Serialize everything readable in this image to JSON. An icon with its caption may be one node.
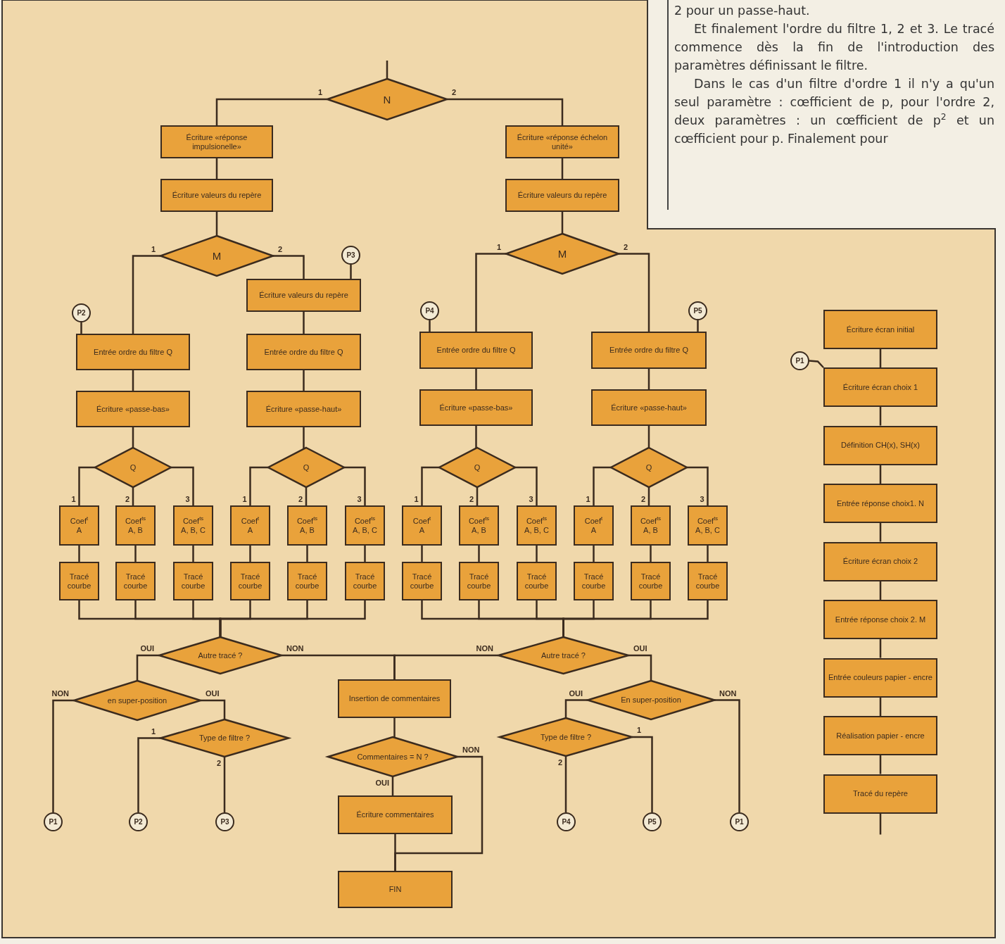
{
  "diagram": {
    "nodes": [
      {
        "text": [
          "N"
        ]
      },
      {
        "text": [
          "Écriture «réponse impulsionelle»"
        ]
      },
      {
        "text": [
          "Écriture valeurs du repère"
        ]
      },
      {
        "text": [
          "M"
        ]
      },
      {
        "text": [
          "Écriture «réponse échelon unité»"
        ]
      },
      {
        "text": [
          "Écriture valeurs du repère"
        ]
      },
      {
        "text": [
          "M"
        ]
      },
      {
        "text": [
          "P3"
        ]
      },
      {
        "text": [
          "Écriture valeurs du repère"
        ]
      },
      {
        "text": [
          "P2"
        ]
      },
      {
        "text": [
          "Entrée ordre du filtre Q"
        ]
      },
      {
        "text": [
          "Entrée ordre du filtre Q"
        ]
      },
      {
        "text": [
          "P4"
        ]
      },
      {
        "text": [
          "P5"
        ]
      },
      {
        "text": [
          "Entrée ordre du filtre Q"
        ]
      },
      {
        "text": [
          "Entrée ordre du filtre Q"
        ]
      },
      {
        "text": [
          "Écriture «passe-bas»"
        ]
      },
      {
        "text": [
          "Écriture «passe-haut»"
        ]
      },
      {
        "text": [
          "Écriture «passe-bas»"
        ]
      },
      {
        "text": [
          "Écriture «passe-haut»"
        ]
      },
      {
        "text": [
          "Q"
        ]
      },
      {
        "text": [
          "Q"
        ]
      },
      {
        "text": [
          "Q"
        ]
      },
      {
        "text": [
          "Q"
        ]
      },
      {
        "text": [
          "Coef$^{t}$ A"
        ]
      },
      {
        "text": [
          "Coef$^{ts}$ A, B"
        ]
      },
      {
        "text": [
          "Coef$^{ts}$ A, B, C"
        ]
      },
      {
        "text": [
          "Coef$^{t}$ A"
        ]
      },
      {
        "text": [
          "Coef$^{ts}$ A, B"
        ]
      },
      {
        "text": [
          "Coef$^{ts}$ A, B, C"
        ]
      },
      {
        "text": [
          "Coef$^{t}$ A"
        ]
      },
      {
        "text": [
          "Coef$^{ts}$ A, B"
        ]
      },
      {
        "text": [
          "Coef$^{ts}$ A, B, C"
        ]
      },
      {
        "text": [
          "Coef$^{t}$ A"
        ]
      },
      {
        "text": [
          "Coef$^{ts}$ A, B"
        ]
      },
      {
        "text": [
          "Coef$^{ts}$ A, B, C"
        ]
      },
      {
        "text": [
          "Tracé courbe"
        ]
      },
      {
        "text": [
          "Tracé courbe"
        ]
      },
      {
        "text": [
          "Tracé courbe"
        ]
      },
      {
        "text": [
          "Tracé courbe"
        ]
      },
      {
        "text": [
          "Tracé courbe"
        ]
      },
      {
        "text": [
          "Tracé courbe"
        ]
      },
      {
        "text": [
          "Tracé courbe"
        ]
      },
      {
        "text": [
          "Tracé courbe"
        ]
      },
      {
        "text": [
          "Tracé courbe"
        ]
      },
      {
        "text": [
          "Tracé courbe"
        ]
      },
      {
        "text": [
          "Tracé courbe"
        ]
      },
      {
        "text": [
          "Tracé courbe"
        ]
      },
      {
        "text": [
          "Autre tracé ?"
        ]
      },
      {
        "text": [
          "Autre tracé ?"
        ]
      },
      {
        "text": [
          "en super-position"
        ]
      },
      {
        "text": [
          "Insertion de commentaires"
        ]
      },
      {
        "text": [
          "En super-position"
        ]
      },
      {
        "text": [
          "Type de filtre ?"
        ]
      },
      {
        "text": [
          "Commentaires = N ?"
        ]
      },
      {
        "text": [
          "Type de filtre ?"
        ]
      },
      {
        "text": [
          "Écriture commentaires"
        ]
      },
      {
        "text": [
          "FIN"
        ]
      },
      {
        "text": [
          "P1"
        ]
      },
      {
        "text": [
          "P2"
        ]
      },
      {
        "text": [
          "P3"
        ]
      },
      {
        "text": [
          "P4"
        ]
      },
      {
        "text": [
          "P5"
        ]
      },
      {
        "text": [
          "P1"
        ]
      },
      {
        "text": [
          "Écriture écran initial"
        ]
      },
      {
        "text": [
          "P1"
        ]
      },
      {
        "text": [
          "Écriture écran choix 1"
        ]
      },
      {
        "text": [
          "Définition CH(x), SH(x)"
        ]
      },
      {
        "text": [
          "Entrée réponse choix1. N"
        ]
      },
      {
        "text": [
          "Écriture écran choix 2"
        ]
      },
      {
        "text": [
          "Entrée réponse choix 2. M"
        ]
      },
      {
        "text": [
          "Entrée couleurs papier - encre"
        ]
      },
      {
        "text": [
          "Réalisation papier - encre"
        ]
      },
      {
        "text": [
          "Tracé du repère"
        ]
      }
    ],
    "edges": [
      {
        "from": null,
        "to": 0,
        "arrow": "none"
      },
      {
        "from": 0,
        "to": 1,
        "arrow": "none",
        "label": "1"
      },
      {
        "from": 0,
        "to": 4,
        "arrow": "none",
        "label": "2"
      },
      {
        "from": 1,
        "to": 2,
        "arrow": "none"
      },
      {
        "from": 2,
        "to": 3,
        "arrow": "none"
      },
      {
        "from": 4,
        "to": 5,
        "arrow": "none"
      },
      {
        "from": 5,
        "to": 6,
        "arrow": "none"
      },
      {
        "from": 3,
        "to": 10,
        "arrow": "none",
        "label": "1"
      },
      {
        "from": 3,
        "to": 8,
        "arrow": "none",
        "label": "2"
      },
      {
        "from": 6,
        "to": 14,
        "arrow": "none",
        "label": "1"
      },
      {
        "from": 6,
        "to": 15,
        "arrow": "none",
        "label": "2"
      },
      {
        "from": 7,
        "to": 8,
        "arrow": "none"
      },
      {
        "from": 9,
        "to": 10,
        "arrow": "none"
      },
      {
        "from": 12,
        "to": 14,
        "arrow": "none"
      },
      {
        "from": 13,
        "to": 15,
        "arrow": "none"
      },
      {
        "from": 8,
        "to": 11,
        "arrow": "none"
      },
      {
        "from": 10,
        "to": 16,
        "arrow": "none"
      },
      {
        "from": 11,
        "to": 17,
        "arrow": "none"
      },
      {
        "from": 14,
        "to": 18,
        "arrow": "none"
      },
      {
        "from": 15,
        "to": 19,
        "arrow": "none"
      },
      {
        "from": 16,
        "to": 20,
        "arrow": "none"
      },
      {
        "from": 17,
        "to": 21,
        "arrow": "none"
      },
      {
        "from": 18,
        "to": 22,
        "arrow": "none"
      },
      {
        "from": 19,
        "to": 23,
        "arrow": "none"
      },
      {
        "from": 20,
        "to": 24,
        "arrow": "none",
        "label": "1"
      },
      {
        "from": 20,
        "to": 25,
        "arrow": "none",
        "label": "2"
      },
      {
        "from": 20,
        "to": 26,
        "arrow": "none",
        "label": "3"
      },
      {
        "from": 21,
        "to": 27,
        "arrow": "none",
        "label": "1"
      },
      {
        "from": 21,
        "to": 28,
        "arrow": "none",
        "label": "2"
      },
      {
        "from": 21,
        "to": 29,
        "arrow": "none",
        "label": "3"
      },
      {
        "from": 22,
        "to": 30,
        "arrow": "none",
        "label": "1"
      },
      {
        "from": 22,
        "to": 31,
        "arrow": "none",
        "label": "2"
      },
      {
        "from": 22,
        "to": 32,
        "arrow": "none",
        "label": "3"
      },
      {
        "from": 23,
        "to": 33,
        "arrow": "none",
        "label": "1"
      },
      {
        "from": 23,
        "to": 34,
        "arrow": "none",
        "label": "2"
      },
      {
        "from": 23,
        "to": 35,
        "arrow": "none",
        "label": "3"
      },
      {
        "from": 24,
        "to": 36,
        "arrow": "none"
      },
      {
        "from": 25,
        "to": 37,
        "arrow": "none"
      },
      {
        "from": 26,
        "to": 38,
        "arrow": "none"
      },
      {
        "from": 27,
        "to": 39,
        "arrow": "none"
      },
      {
        "from": 28,
        "to": 40,
        "arrow": "none"
      },
      {
        "from": 29,
        "to": 41,
        "arrow": "none"
      },
      {
        "from": 30,
        "to": 42,
        "arrow": "none"
      },
      {
        "from": 31,
        "to": 43,
        "arrow": "none"
      },
      {
        "from": 32,
        "to": 44,
        "arrow": "none"
      },
      {
        "from": 33,
        "to": 45,
        "arrow": "none"
      },
      {
        "from": 34,
        "to": 46,
        "arrow": "none"
      },
      {
        "from": 35,
        "to": 47,
        "arrow": "none"
      },
      {
        "from": 36,
        "to": 48,
        "arrow": "none"
      },
      {
        "from": 37,
        "to": 48,
        "arrow": "none"
      },
      {
        "from": 38,
        "to": 48,
        "arrow": "none"
      },
      {
        "from": 39,
        "to": 48,
        "arrow": "none"
      },
      {
        "from": 40,
        "to": 48,
        "arrow": "none"
      },
      {
        "from": 41,
        "to": 48,
        "arrow": "none"
      },
      {
        "from": 42,
        "to": 49,
        "arrow": "none"
      },
      {
        "from": 43,
        "to": 49,
        "arrow": "none"
      },
      {
        "from": 44,
        "to": 49,
        "arrow": "none"
      },
      {
        "from": 45,
        "to": 49,
        "arrow": "none"
      },
      {
        "from": 46,
        "to": 49,
        "arrow": "none"
      },
      {
        "from": 47,
        "to": 49,
        "arrow": "none"
      },
      {
        "from": 48,
        "to": 50,
        "arrow": "none",
        "label": "OUI"
      },
      {
        "from": 48,
        "to": 51,
        "arrow": "none",
        "label": "NON"
      },
      {
        "from": 49,
        "to": 51,
        "arrow": "none",
        "label": "NON"
      },
      {
        "from": 49,
        "to": 52,
        "arrow": "none",
        "label": "OUI"
      },
      {
        "from": 50,
        "to": 58,
        "arrow": "none",
        "label": "NON"
      },
      {
        "from": 50,
        "to": 53,
        "arrow": "none",
        "label": "OUI"
      },
      {
        "from": 53,
        "to": 59,
        "arrow": "none",
        "label": "1"
      },
      {
        "from": 53,
        "to": 60,
        "arrow": "none",
        "label": "2"
      },
      {
        "from": 51,
        "to": 54,
        "arrow": "none"
      },
      {
        "from": 54,
        "to": 56,
        "arrow": "none",
        "label": "OUI"
      },
      {
        "from": 54,
        "to": 57,
        "arrow": "none",
        "label": "NON"
      },
      {
        "from": 56,
        "to": 57,
        "arrow": "none"
      },
      {
        "from": 52,
        "to": 55,
        "arrow": "none",
        "label": "OUI"
      },
      {
        "from": 52,
        "to": 63,
        "arrow": "none",
        "label": "NON"
      },
      {
        "from": 55,
        "to": 62,
        "arrow": "none",
        "label": "1"
      },
      {
        "from": 55,
        "to": 61,
        "arrow": "none",
        "label": "2"
      },
      {
        "from": 64,
        "to": 66,
        "arrow": "none"
      },
      {
        "from": 65,
        "to": 66,
        "arrow": "none"
      },
      {
        "from": 66,
        "to": 67,
        "arrow": "none"
      },
      {
        "from": 67,
        "to": 68,
        "arrow": "none"
      },
      {
        "from": 68,
        "to": 69,
        "arrow": "none"
      },
      {
        "from": 69,
        "to": 70,
        "arrow": "none"
      },
      {
        "from": 70,
        "to": 71,
        "arrow": "none"
      },
      {
        "from": 71,
        "to": 72,
        "arrow": "none"
      },
      {
        "from": 72,
        "to": 73,
        "arrow": "none"
      },
      {
        "from": 73,
        "to": null,
        "arrow": "none"
      }
    ],
    "labels": [
      "2 pour un passe-haut.",
      "Et finalement l'ordre du filtre 1, 2 et 3. Le tracé commence dès la fin de l'introduction des paramètres définissant le filtre.",
      "Dans le cas d'un filtre d'ordre 1 il n'y a qu'un seul paramètre : cœfficient de p, pour l'ordre 2, deux paramètres : un cœfficient de p$^{2}$ et un cœfficient pour p. Finalement pour"
    ]
  }
}
